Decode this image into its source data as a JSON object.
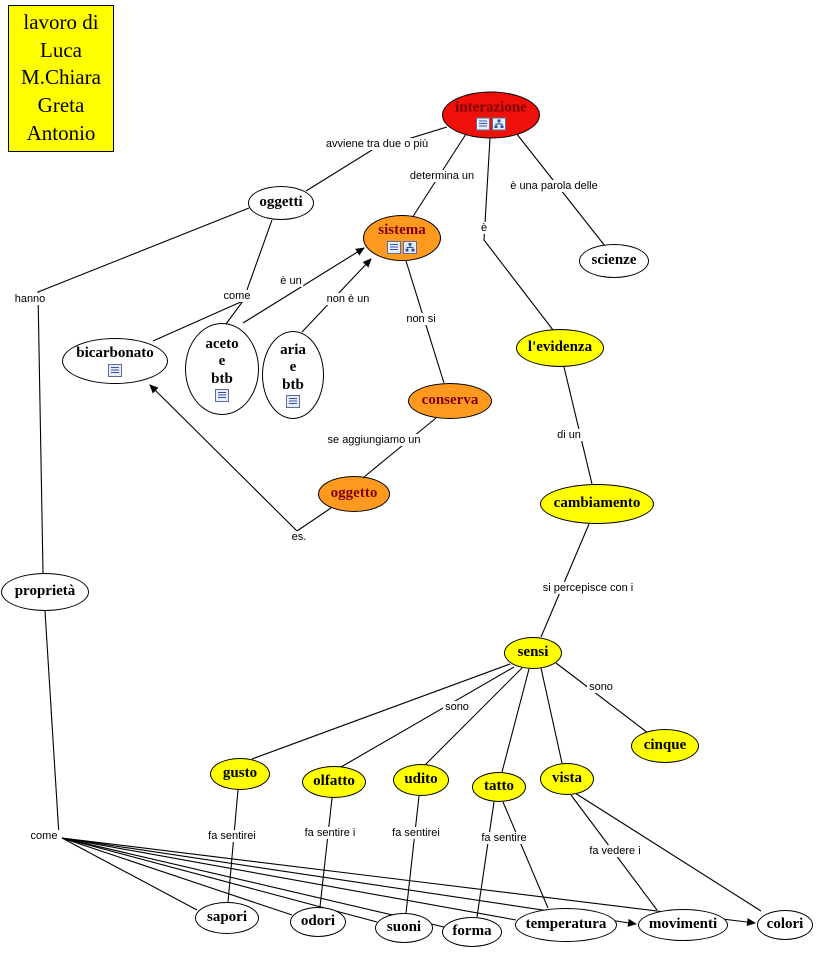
{
  "title_box": {
    "text": "lavoro di\nLuca\nM.Chiara\nGreta\nAntonio"
  },
  "colors": {
    "concept_red": "#ee1009",
    "concept_orange": "#ff9a1e",
    "concept_yellow": "#ffff00",
    "concept_white": "#ffffff",
    "concept_text_dark_red": "#7b0000",
    "legend_background": "#ffff00",
    "line_color": "#000000"
  },
  "icons": {
    "doc": "document-resource-icon",
    "tree": "hierarchy-resource-icon"
  },
  "nodes": {
    "interazione": "interazione",
    "sistema": "sistema",
    "oggetti": "oggetti",
    "scienze": "scienze",
    "bicarbonato": "bicarbonato",
    "aceto_e_btb": "aceto\ne\nbtb",
    "aria_e_btb": "aria\ne\nbtb",
    "conserva": "conserva",
    "levidenza": "l'evidenza",
    "oggetto": "oggetto",
    "cambiamento": "cambiamento",
    "proprieta": "proprietà",
    "sensi": "sensi",
    "cinque": "cinque",
    "gusto": "gusto",
    "olfatto": "olfatto",
    "udito": "udito",
    "tatto": "tatto",
    "vista": "vista",
    "sapori": "sapori",
    "odori": "odori",
    "suoni": "suoni",
    "forma": "forma",
    "temperatura": "temperatura",
    "movimenti": "movimenti",
    "colori": "colori"
  },
  "links": {
    "avviene": "avviene tra due o più",
    "determina": "determina un",
    "parola_delle": "è una parola delle",
    "e": "è",
    "come_esempi": "come",
    "e_un": "è un",
    "non_e_un": "non è un",
    "non_si": "non si",
    "hanno": "hanno",
    "se_aggiungiamo": "se aggiungiamo un",
    "di_un": "di un",
    "es": "es.",
    "si_percepisce": "si percepisce con i",
    "sono_sensi": "sono",
    "sono_cinque": "sono",
    "fa_sentirei_gusto": "fa sentirei",
    "fa_sentire_i_olfatto": "fa sentire i",
    "fa_sentirei_udito": "fa sentirei",
    "fa_sentire_tatto": "fa sentire",
    "fa_vedere_i": "fa vedere i",
    "come_proprieta": "come"
  }
}
